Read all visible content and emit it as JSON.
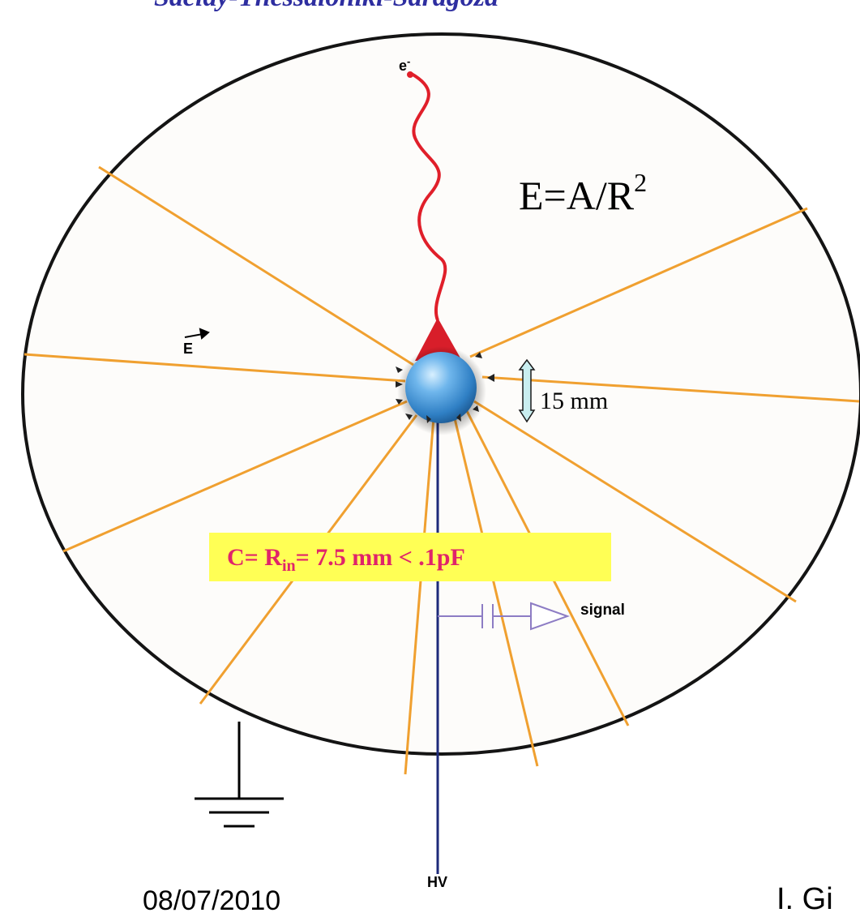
{
  "header": {
    "title": "Saclay-Thessaloniki-Saragoza"
  },
  "formula": {
    "lhs": "E=A/R",
    "exponent": "2"
  },
  "labels": {
    "electron": "e",
    "electron_charge": "-",
    "field_vector": "E",
    "sensor_size": "15 mm",
    "signal": "signal",
    "hv": "HV"
  },
  "capacitance": {
    "prefix": "C= R",
    "subscript": "in",
    "suffix": "= 7.5 mm < .1pF"
  },
  "footer": {
    "date": "08/07/2010",
    "author": "I. Gi"
  },
  "colors": {
    "field_lines": "#f0a030",
    "vessel": "#141414",
    "sensor": "#3d8fd0",
    "cone": "#d81e2a",
    "electron_track": "#e01f2a",
    "hv_wire": "#1d2a7a",
    "highlight_box": "#ffff55",
    "highlight_text": "#e0246a",
    "header_text": "#2e2ea0"
  }
}
